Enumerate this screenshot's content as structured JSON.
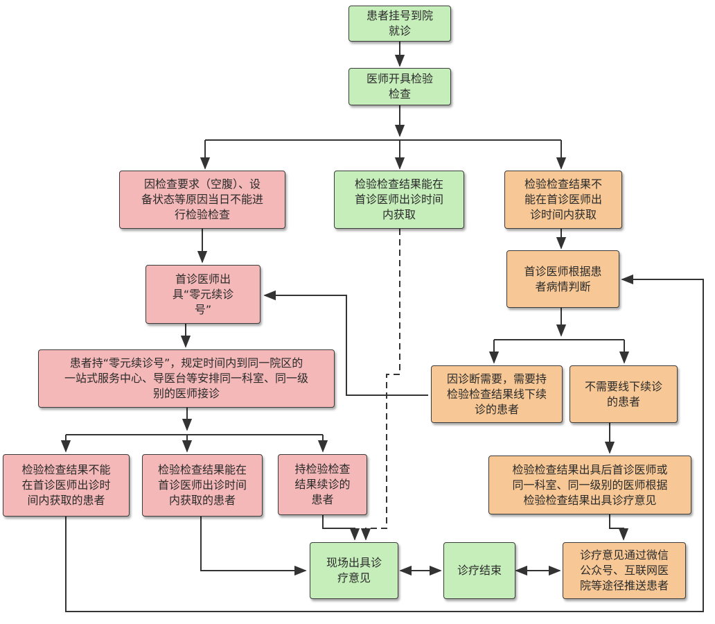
{
  "colors": {
    "green": "#c6eebb",
    "pink": "#f4b8b8",
    "orange": "#f7c895",
    "line": "#333333"
  },
  "nodes": {
    "n1": "患者挂号到院\n就诊",
    "n2": "医师开具检验\n检查",
    "n3": "因检查要求（空腹）、设\n备状态等原因当日不能进\n行检验检查",
    "n4": "检验检查结果能在\n首诊医师出诊时间\n内获取",
    "n5": "检验检查结果不\n能在首诊医师出\n诊时间内获取",
    "n6": "首诊医师出\n具“零元续诊\n号”",
    "n7": "首诊医师根据患\n者病情判断",
    "n8": "患者持“零元续诊号”，规定时间内到同一院区的\n一站式服务中心、导医台等安排同一科室、同一级\n别的医师接诊",
    "n9": "因诊断需要，需要持\n检验检查结果线下续\n诊的患者",
    "n10": "不需要线下续诊\n的患者",
    "n11": "检验检查结果不能\n在首诊医师出诊时\n间内获取的患者",
    "n12": "检验检查结果能在\n首诊医师出诊时间\n内获取的患者",
    "n13": "持检验检查\n结果续诊的\n患者",
    "n14": "检验检查结果出具后首诊医师或\n同一科室、同一级别的医师根据\n检验检查结果出具诊疗意见",
    "n15": "现场出具诊\n疗意见",
    "n16": "诊疗结束",
    "n17": "诊疗意见通过微信\n公众号、互联网医\n院等途径推送患者"
  }
}
